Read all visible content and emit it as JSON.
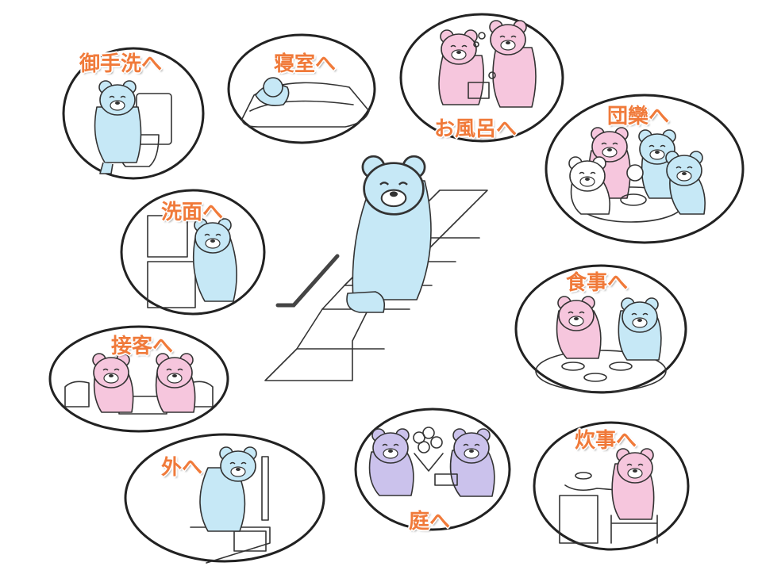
{
  "labels": {
    "toilet": "御手洗へ",
    "bedroom": "寝室へ",
    "bath": "お風呂へ",
    "family": "団欒へ",
    "washroom": "洗面へ",
    "meal": "食事へ",
    "guest": "接客へ",
    "cooking": "炊事へ",
    "outside": "外へ",
    "garden": "庭へ"
  },
  "colors": {
    "label": "#f07a3a",
    "bear_blue": "#c6e8f6",
    "bear_pink": "#f6c6dd",
    "bear_lavender": "#cbc2ec",
    "bear_white": "#ffffff"
  }
}
